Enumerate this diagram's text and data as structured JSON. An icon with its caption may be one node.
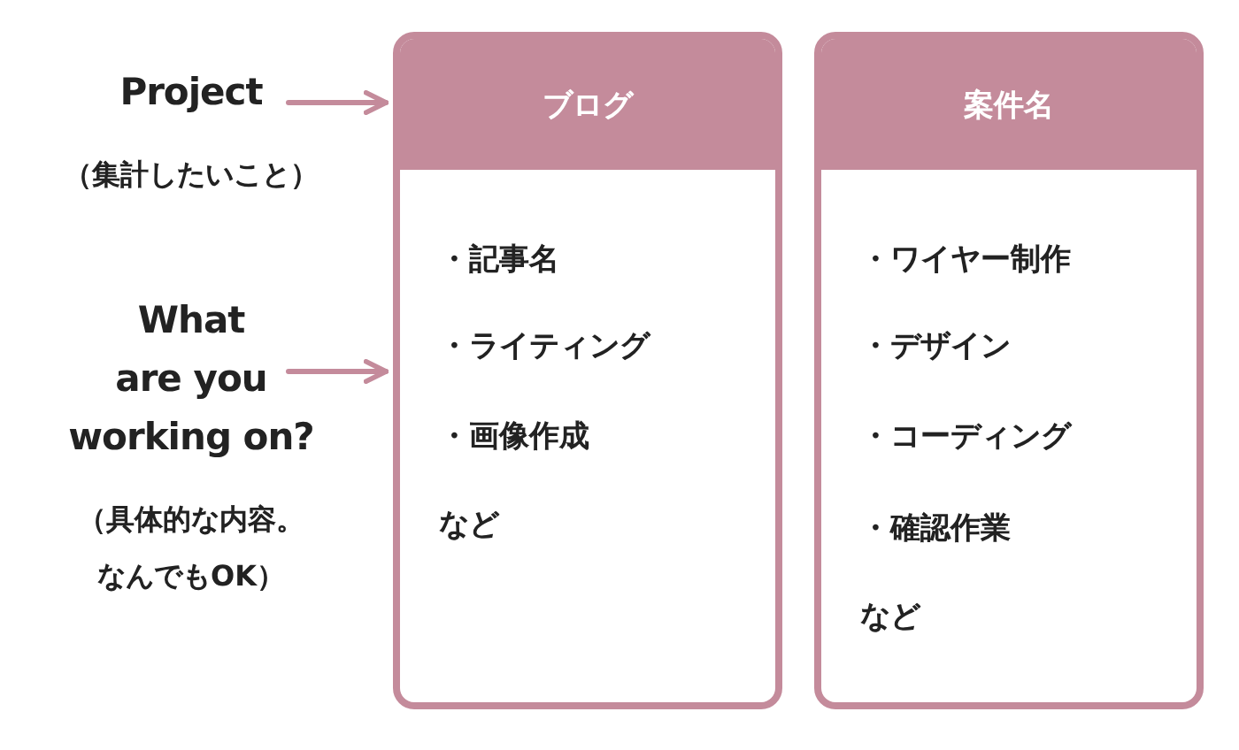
{
  "diagram": {
    "nodes": [
      {
        "text": [
          "Project",
          "（集計したいこと）"
        ]
      },
      {
        "text": [
          "What are you working on?",
          "（具体的な内容。なんでもOK）"
        ]
      },
      {
        "text": [
          "ブログ"
        ]
      },
      {
        "text": [
          "・記事名",
          "・ライティング",
          "・画像作成",
          "など"
        ],
        "in": 2
      },
      {
        "text": [
          "案件名"
        ]
      },
      {
        "text": [
          "・ワイヤー制作",
          "・デザイン",
          "・コーディング",
          "・確認作業",
          "など"
        ],
        "in": 4
      }
    ],
    "edges": [
      {
        "from": 0,
        "to": 2,
        "arrow": "to"
      },
      {
        "from": 1,
        "to": 3,
        "arrow": "to"
      }
    ]
  }
}
